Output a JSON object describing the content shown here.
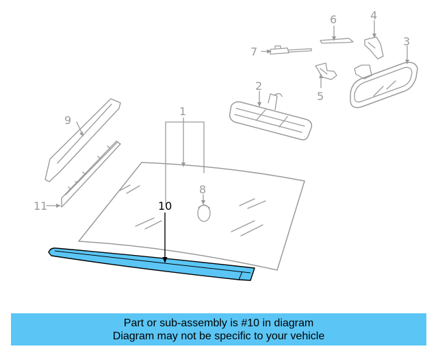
{
  "callouts": {
    "c1": "1",
    "c2": "2",
    "c3": "3",
    "c4": "4",
    "c5": "5",
    "c6": "6",
    "c7": "7",
    "c8": "8",
    "c9": "9",
    "c10": "10",
    "c11": "11"
  },
  "highlighted_part": "10",
  "colors": {
    "highlight": "#5bc6f5",
    "line_art": "#9a9a9a",
    "banner": "#5bc6f5"
  },
  "banner": {
    "line1": "Part or sub-assembly is #10 in diagram",
    "line2": "Diagram may not be specific to your vehicle"
  }
}
